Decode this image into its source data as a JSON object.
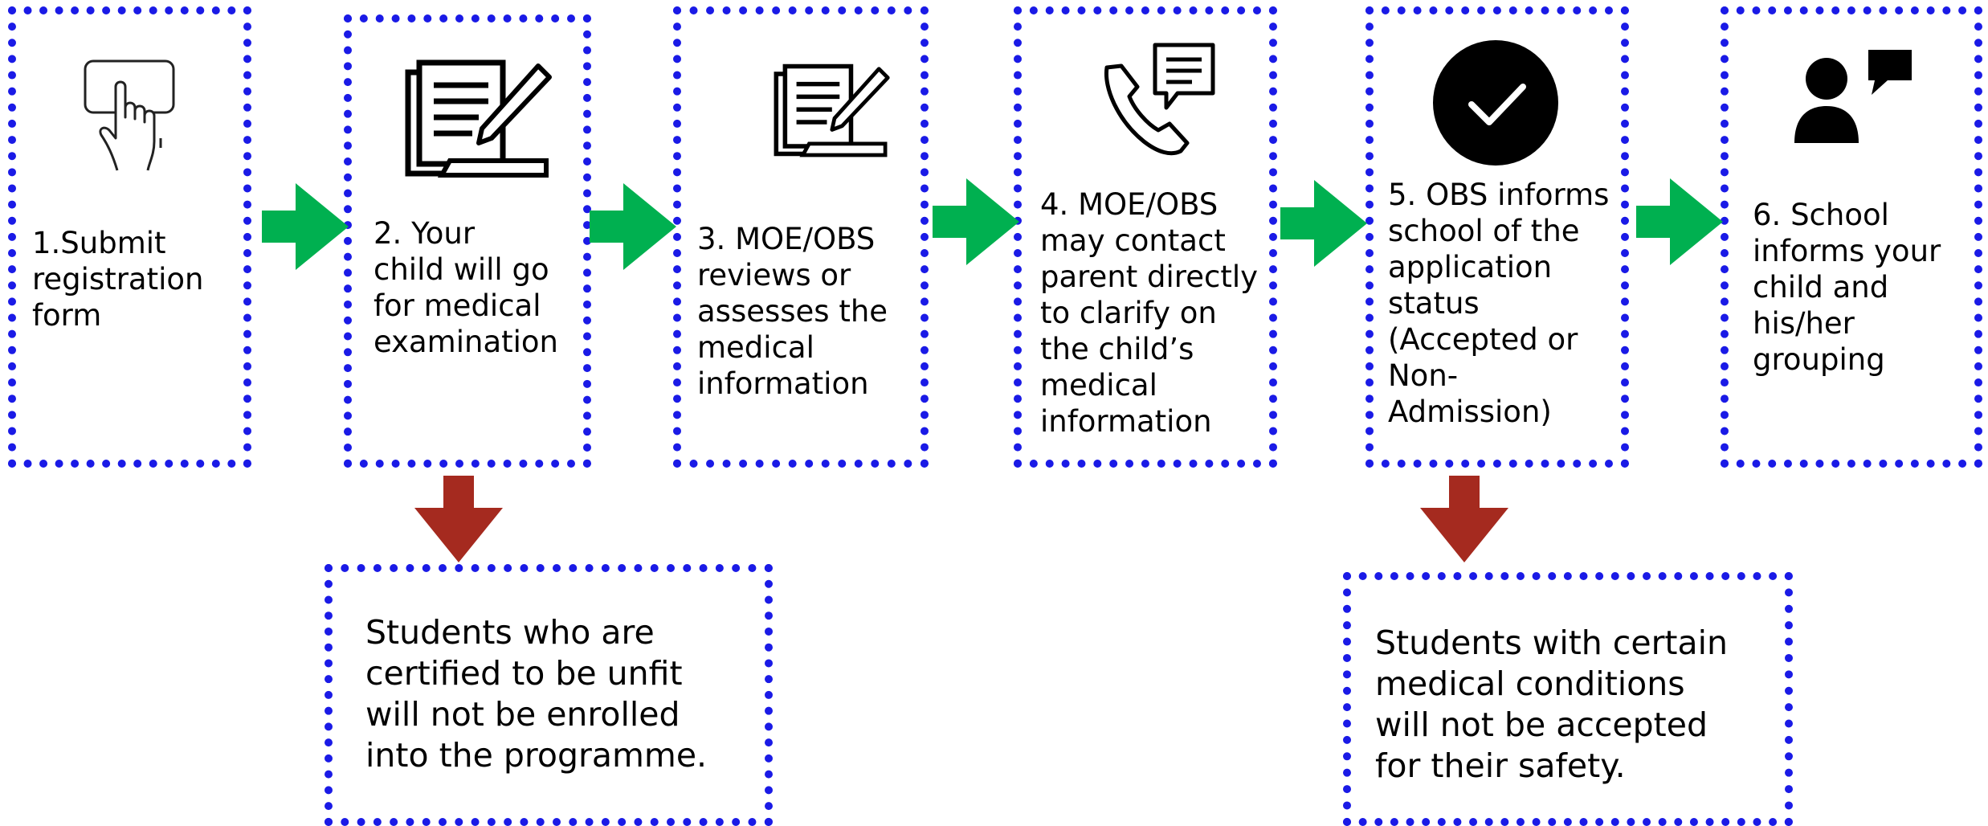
{
  "steps": [
    {
      "text": "1.Submit\n  registration\n  form",
      "icon": "touch-screen-icon"
    },
    {
      "text": "2. Your\nchild will go\nfor medical\nexamination",
      "icon": "document-pen-icon"
    },
    {
      "text": "3. MOE/OBS\nreviews or\nassesses the\nmedical\ninformation",
      "icon": "document-pen-icon"
    },
    {
      "text": "4. MOE/OBS\nmay contact\nparent directly\nto clarify on\nthe child’s\nmedical\ninformation",
      "icon": "phone-message-icon"
    },
    {
      "text": "5. OBS informs\nschool of the\napplication\nstatus\n(Accepted or\nNon-\nAdmission)",
      "icon": "checkmark-circle-icon"
    },
    {
      "text": "6. School\ninforms your\nchild and\nhis/her\ngrouping",
      "icon": "person-speech-icon"
    }
  ],
  "notes": [
    {
      "text": "Students who are\ncertified to be unfit\nwill not be enrolled\ninto the programme."
    },
    {
      "text": "Students with certain\nmedical conditions\nwill not be accepted\nfor their safety."
    }
  ],
  "colors": {
    "border": "#1a1ae6",
    "forward_arrow": "#00b050",
    "down_arrow": "#a52a1f"
  }
}
